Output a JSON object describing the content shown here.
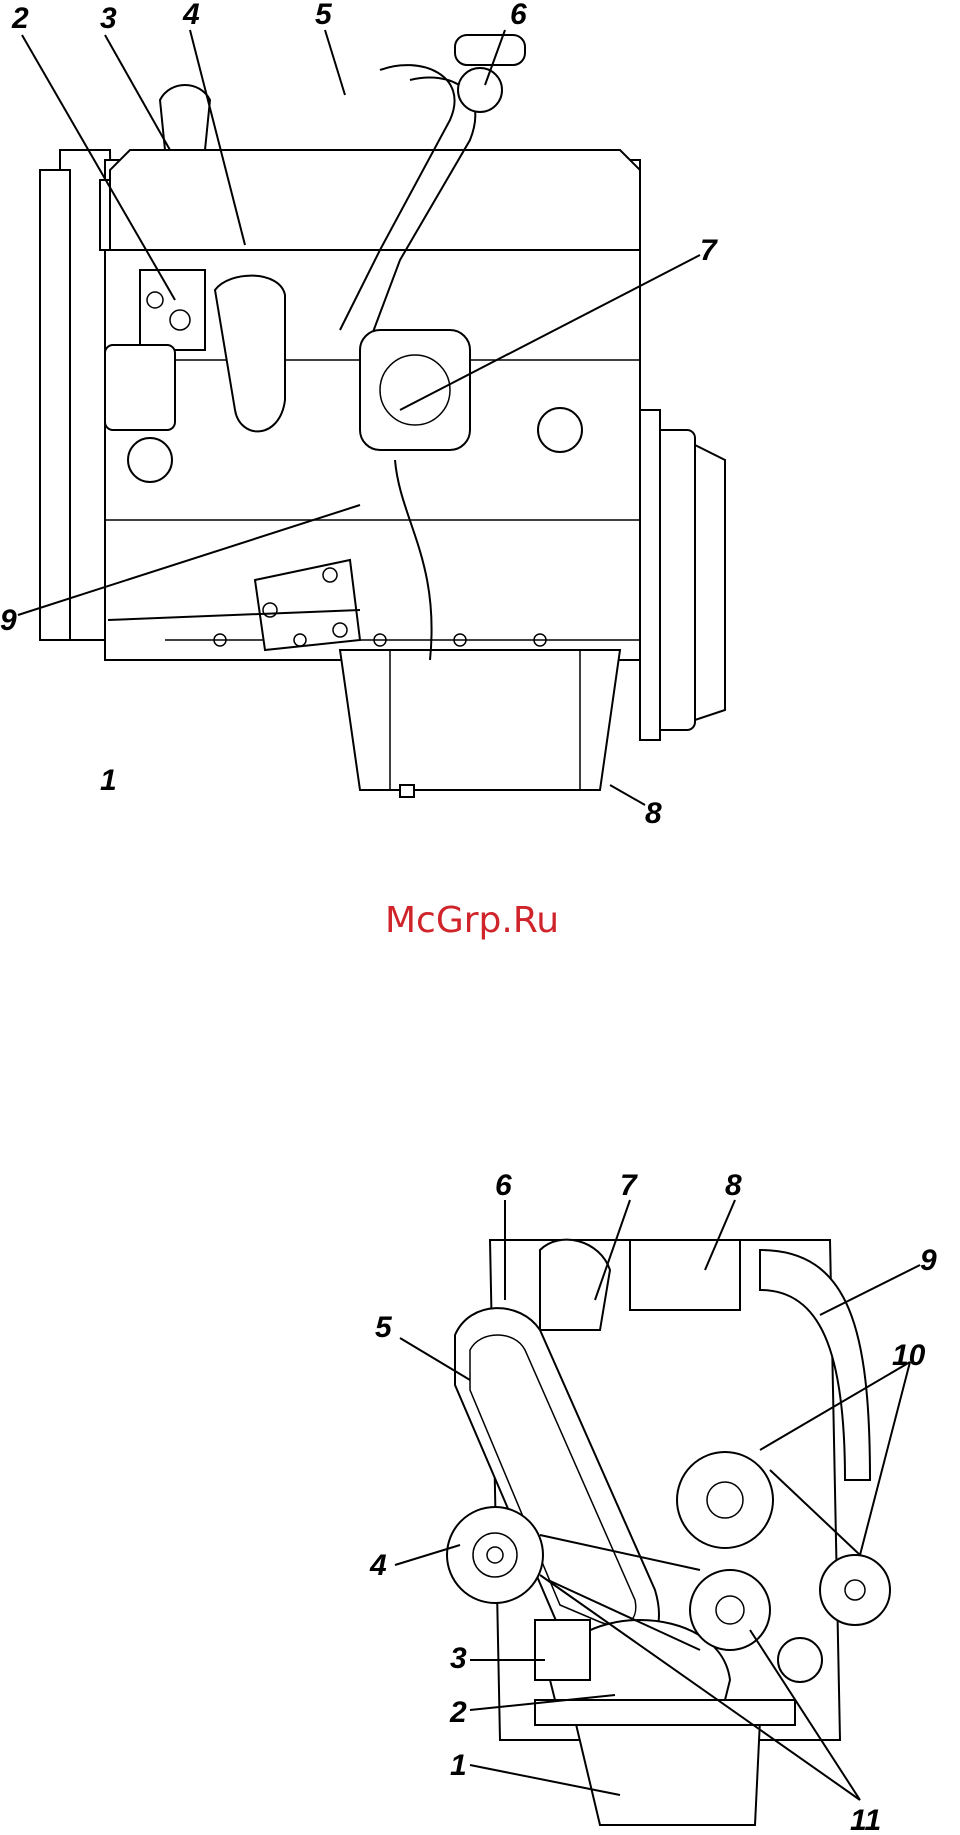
{
  "diagram_top": {
    "callouts": [
      "1",
      "2",
      "3",
      "4",
      "5",
      "6",
      "7",
      "8",
      "9"
    ]
  },
  "diagram_bottom": {
    "callouts": [
      "1",
      "2",
      "3",
      "4",
      "5",
      "6",
      "7",
      "8",
      "9",
      "10",
      "11"
    ]
  },
  "watermark": "McGrp.Ru",
  "colors": {
    "watermark": "#d0242b",
    "lines": "#000000",
    "background": "#ffffff"
  }
}
